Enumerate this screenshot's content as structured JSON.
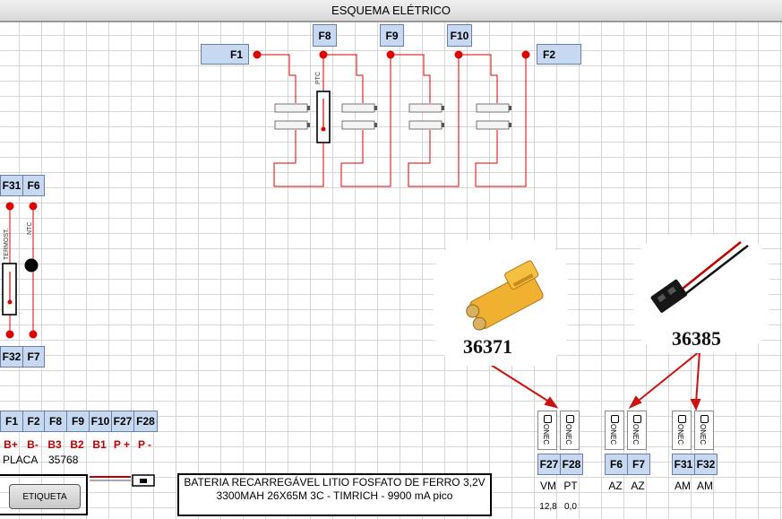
{
  "title": "ESQUEMA ELÉTRICO",
  "top_tags": {
    "f1": "F1",
    "f2": "F2",
    "f8": "F8",
    "f9": "F9",
    "f10": "F10"
  },
  "component_labels": {
    "ptc": "PTC",
    "termost": "TERMOST.",
    "ntc": "NTC"
  },
  "left_tags": {
    "f31": "F31",
    "f6": "F6",
    "f32": "F32",
    "f7": "F7"
  },
  "pinout": {
    "headers": [
      "F1",
      "F2",
      "F8",
      "F9",
      "F10",
      "F27",
      "F28"
    ],
    "values": [
      "B+",
      "B-",
      "B3",
      "B2",
      "B1",
      "P +",
      "P -"
    ]
  },
  "placa": {
    "label": "PLACA",
    "number": "35768"
  },
  "button": {
    "label": "ETIQUETA"
  },
  "description": "BATERIA RECARREGÁVEL LITIO FOSFATO DE FERRO 3,2V 3300MAH 26X65M 3C - TIMRICH - 9900 mA pico",
  "parts": [
    {
      "number": "36371"
    },
    {
      "number": "36385"
    }
  ],
  "connectors": [
    {
      "label": "ONEC",
      "tag": "F27",
      "color": "VM",
      "value": "12,8"
    },
    {
      "label": "ONEC",
      "tag": "F28",
      "color": "PT",
      "value": "0,0"
    },
    {
      "label": "ONEC",
      "tag": "F6",
      "color": "AZ",
      "value": ""
    },
    {
      "label": "ONEC",
      "tag": "F7",
      "color": "AZ",
      "value": ""
    },
    {
      "label": "ONEC",
      "tag": "F31",
      "color": "AM",
      "value": ""
    },
    {
      "label": "ONEC",
      "tag": "F32",
      "color": "AM",
      "value": ""
    }
  ],
  "colors": {
    "wire": "#e00000",
    "tag_bg": "#c6d9f1",
    "connector_yellow": "#f0b030"
  }
}
